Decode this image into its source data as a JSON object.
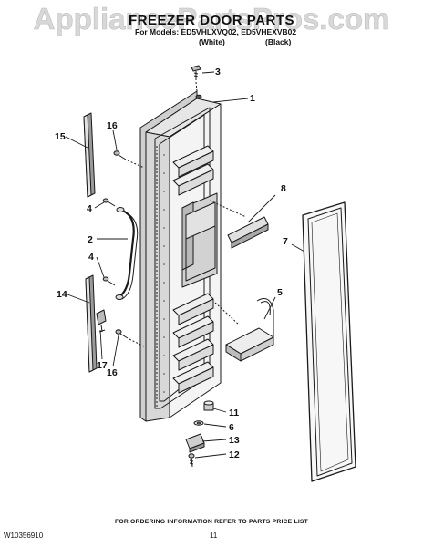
{
  "watermark": "AppliancePartsPros.com",
  "header": {
    "title": "FREEZER DOOR PARTS",
    "models": "For Models: ED5VHLXVQ02, ED5VHEXVB02",
    "color_white": "(White)",
    "color_black": "(Black)"
  },
  "callouts": {
    "c1": "1",
    "c2": "2",
    "c3": "3",
    "c4a": "4",
    "c4b": "4",
    "c5": "5",
    "c6": "6",
    "c7": "7",
    "c8": "8",
    "c11": "11",
    "c12": "12",
    "c13": "13",
    "c14": "14",
    "c15": "15",
    "c16a": "16",
    "c16b": "16",
    "c17": "17"
  },
  "footer": {
    "ordering_info": "FOR ORDERING INFORMATION REFER TO PARTS PRICE LIST",
    "part_number": "W10356910",
    "page_number": "11"
  },
  "colors": {
    "line": "#1a1a1a",
    "shade": "#9a9a9a",
    "watermark": "#d8d8d8"
  }
}
